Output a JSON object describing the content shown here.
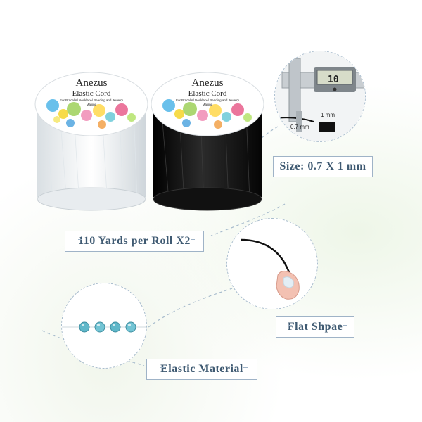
{
  "spools": [
    {
      "brand": "Anezus",
      "product": "Elastic Cord",
      "subtitle": "For Bracelet/ Necklace/ Beading and Jewelry Making",
      "color": "#e9eef2"
    },
    {
      "brand": "Anezus",
      "product": "Elastic Cord",
      "subtitle": "For Bracelet/ Necklace/ Beading and Jewelry Making",
      "color": "#141414"
    }
  ],
  "labels": {
    "yards": "110 Yards per Roll X2",
    "size": "Size: 0.7 X 1 mm",
    "shape": "Flat Shpae",
    "material": "Elastic Material"
  },
  "caliper": {
    "reading": "10",
    "dim_width": "1 mm",
    "dim_height": "0.7 mm"
  },
  "colors": {
    "label_text": "#3f5a72",
    "label_border": "#9fb3c7",
    "bead": "#5fb7c9"
  }
}
